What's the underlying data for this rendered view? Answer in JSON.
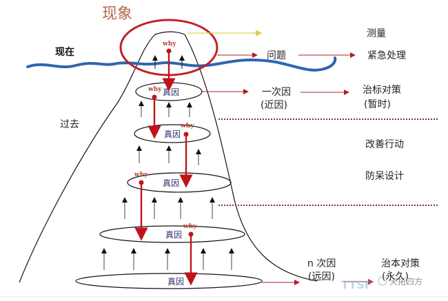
{
  "diagram": {
    "title": "现象",
    "left_labels": {
      "now": "现在",
      "past": "过去"
    },
    "top_why": "why",
    "levels": [
      {
        "label": "真因",
        "why": "why"
      },
      {
        "label": "真因",
        "why": "why"
      },
      {
        "label": "真因",
        "why": "why"
      },
      {
        "label": "真因",
        "why": "why"
      },
      {
        "label": "真因"
      }
    ],
    "right": {
      "measure": "测量",
      "problem": "问题",
      "emergency": "紧急处理",
      "primary_cause": "一次因",
      "primary_cause_sub": "(近因)",
      "temp_fix": "治标对策",
      "temp_fix_sub": "(暂时)",
      "improve": "改善行动",
      "poka_yoke": "防呆设计",
      "nth_cause": "n 次因",
      "nth_cause_sub": "(远因)",
      "root_fix": "治本对策",
      "root_fix_sub": "(永久)"
    },
    "watermark": {
      "brand": "TTSF",
      "name": "天拓四方"
    },
    "colors": {
      "water": "#2f64b0",
      "red": "#c0141b",
      "circle": "#c0202a",
      "yellow": "#e0d050",
      "dotted": "#8a2a3a"
    }
  }
}
